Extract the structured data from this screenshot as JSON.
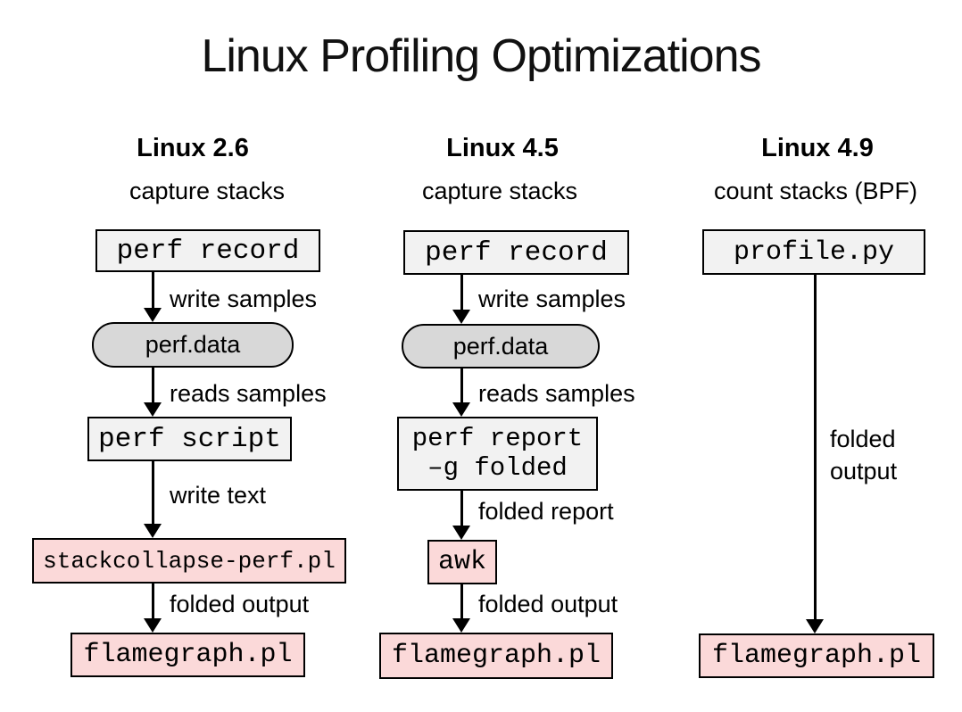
{
  "title": "Linux Profiling Optimizations",
  "colors": {
    "command_box_bg": "#f2f2f2",
    "data_pill_bg": "#d8d8d8",
    "script_box_bg": "#fbd9d9",
    "border": "#000000",
    "text": "#000000",
    "background": "#ffffff"
  },
  "col1": {
    "header": "Linux 2.6",
    "step_label": "capture stacks",
    "node_perf_record": "perf record",
    "edge_write_samples": "write samples",
    "node_perf_data": "perf.data",
    "edge_reads_samples": "reads samples",
    "node_perf_script": "perf script",
    "edge_write_text": "write text",
    "node_stackcollapse": "stackcollapse-perf.pl",
    "edge_folded_output": "folded output",
    "node_flamegraph": "flamegraph.pl"
  },
  "col2": {
    "header": "Linux 4.5",
    "step_label": "capture stacks",
    "node_perf_record": "perf record",
    "edge_write_samples": "write samples",
    "node_perf_data": "perf.data",
    "edge_reads_samples": "reads samples",
    "node_perf_report_line1": "perf report",
    "node_perf_report_line2": "–g folded",
    "edge_folded_report": "folded report",
    "node_awk": "awk",
    "edge_folded_output": "folded output",
    "node_flamegraph": "flamegraph.pl"
  },
  "col3": {
    "header": "Linux 4.9",
    "step_label": "count stacks (BPF)",
    "node_profile_py": "profile.py",
    "edge_folded_output_line1": "folded",
    "edge_folded_output_line2": "output",
    "node_flamegraph": "flamegraph.pl"
  }
}
